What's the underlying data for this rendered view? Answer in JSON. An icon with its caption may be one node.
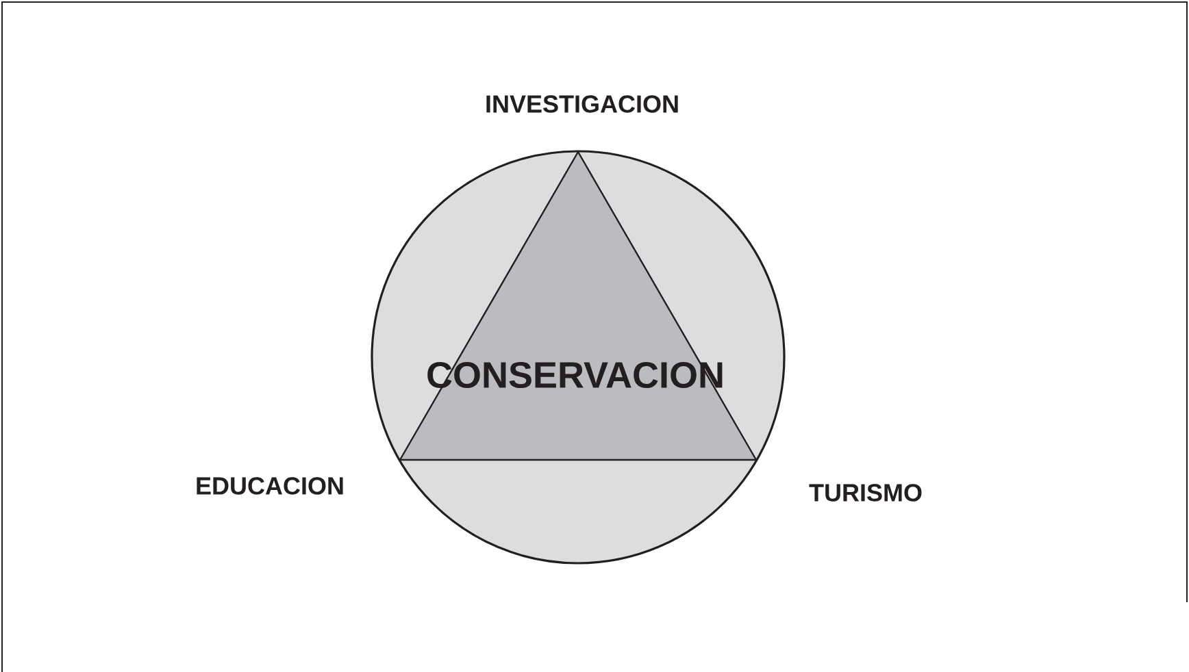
{
  "diagram": {
    "nodes": [
      {
        "text": [],
        "shape": "circle"
      },
      {
        "text": [
          "CONSERVACION"
        ],
        "in": 0
      }
    ],
    "labels": [
      "INVESTIGACION",
      "EDUCACION",
      "TURISMO"
    ]
  }
}
